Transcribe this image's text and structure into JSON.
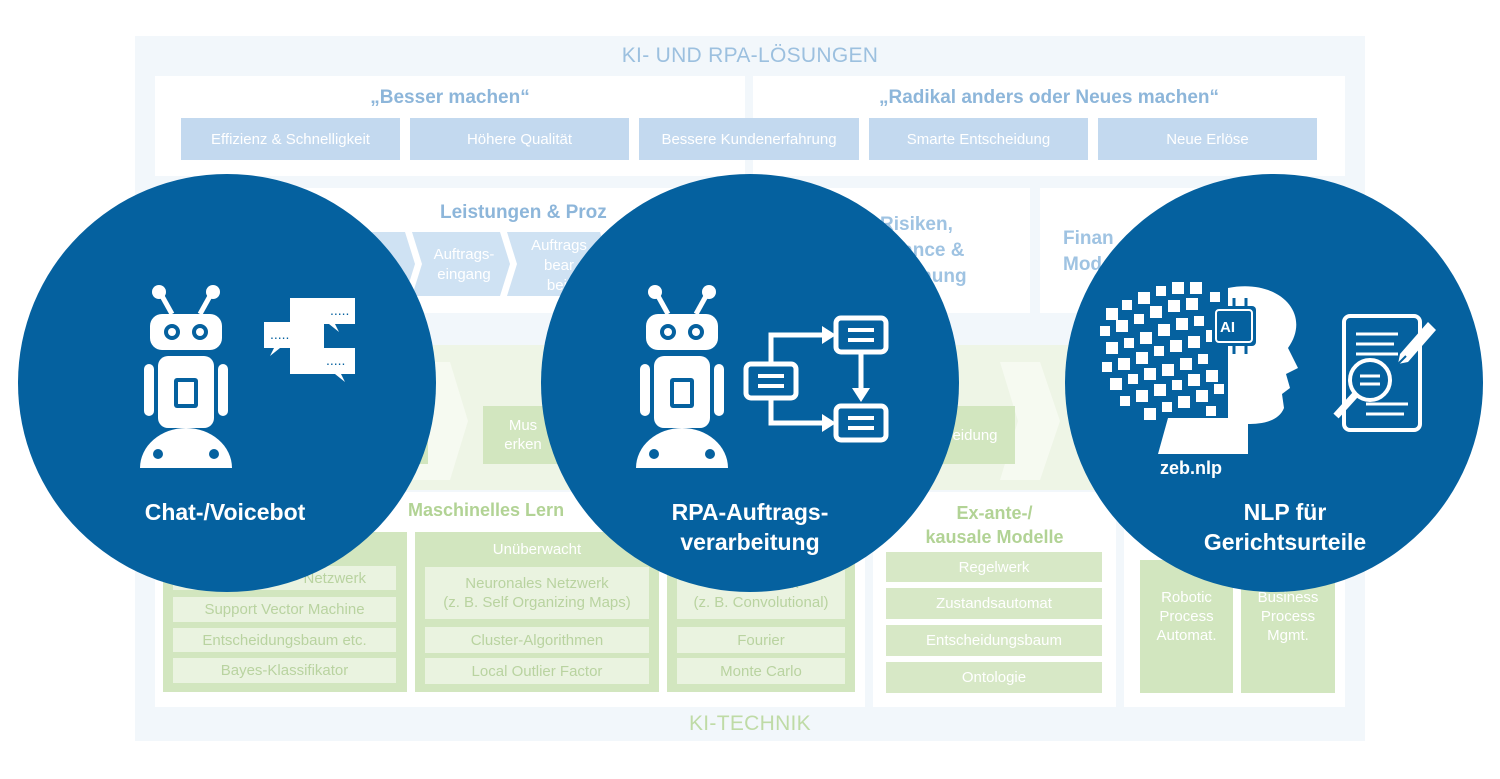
{
  "frame": {
    "top_title": "KI- UND RPA-LÖSUNGEN",
    "bottom_title": "KI-TECHNIK"
  },
  "goals": {
    "left_header": "„Besser machen“",
    "right_header": "„Radikal anders oder Neues machen“",
    "chips": [
      "Effizienz & Schnelligkeit",
      "Höhere Qualität",
      "Bessere Kundenerfahrung",
      "Smarte Entscheidung",
      "Neue Erlöse"
    ]
  },
  "process": {
    "header": "Leistungen & Proz",
    "stages": [
      "Auftrags-\neingang",
      "Auftrags\nbear\nbeit"
    ],
    "risk_text": "Risiken,\npliance &\nrkennung",
    "finance_text": "Finan\nMod"
  },
  "middle": {
    "muster_text": "Mus\nerken",
    "scheidung_text": "eidung"
  },
  "ml": {
    "header": "Maschinelles Lern",
    "supervised_items": [
      "Netzwerk",
      "Support Vector Machine",
      "Entscheidungsbaum etc.",
      "Bayes-Klassifikator"
    ],
    "unsupervised_header": "Unüberwacht",
    "unsupervised_items": [
      "Neuronales Netzwerk\n(z. B. Self Organizing Maps)",
      "Cluster-Algorithmen",
      "Local Outlier Factor"
    ],
    "third_items": [
      "Ne   etzwerk\n(z. B. Convolutional)",
      "Fourier",
      "Monte Carlo"
    ]
  },
  "causal": {
    "header": "Ex-ante-/\nkausale Modelle",
    "items": [
      "Regelwerk",
      "Zustandsautomat",
      "Entscheidungsbaum",
      "Ontologie"
    ]
  },
  "rpa": {
    "left": "Robotic\nProcess\nAutomat.",
    "right": "Business\nProcess\nMgmt."
  },
  "circles": [
    {
      "label": "Chat-/Voicebot",
      "icon": "chatbot-robot-icon"
    },
    {
      "label": "RPA-Auftrags-\nverarbeitung",
      "icon": "rpa-robot-flow-icon"
    },
    {
      "label": "NLP für\nGerichtsurteile",
      "icon": "ai-head-document-icon",
      "badge": "AI",
      "caption": "zeb.nlp"
    }
  ],
  "colors": {
    "circle": "#05619f",
    "faded_blue": "#c3d9ef",
    "faded_green": "#d2e6bf"
  }
}
